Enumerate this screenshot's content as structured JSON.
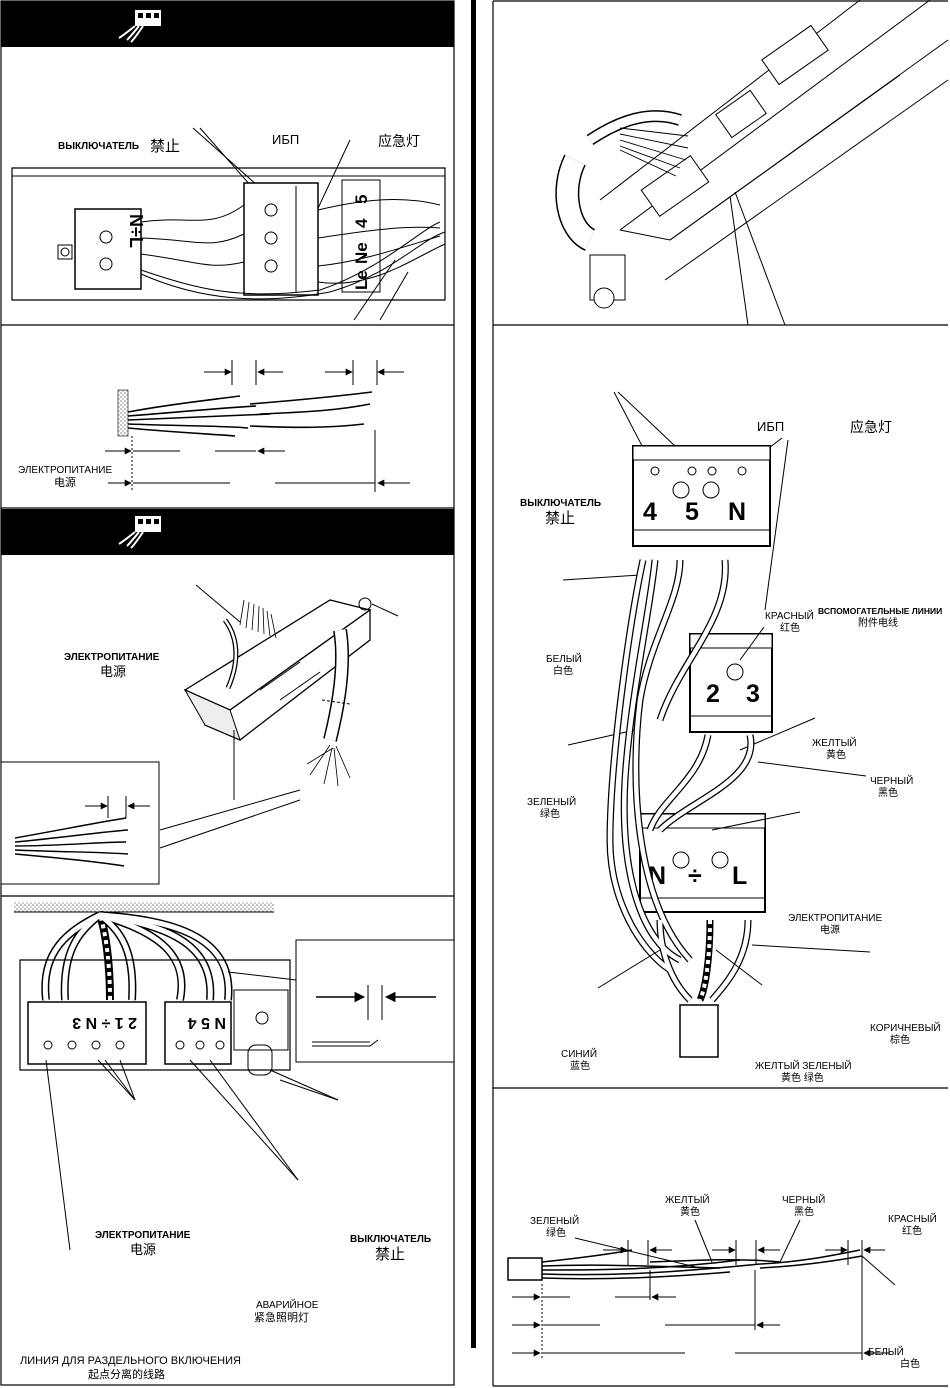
{
  "left": {
    "p1": {
      "switch_label": "ВЫКЛЮЧАТЕЛЬ",
      "switch_cn": "禁止",
      "ups_label": "ИБП",
      "emergency_cn": "应急灯",
      "term_a": "4",
      "term_b": "5",
      "term_le": "Le",
      "term_ne": "Ne",
      "nl_label": "N÷L"
    },
    "p2": {
      "power_label": "ЭЛЕКТРОПИТАНИЕ",
      "power_cn": "电源"
    },
    "p3": {
      "power_label": "ЭЛЕКТРОПИТАНИЕ",
      "power_cn": "电源"
    },
    "p4": {
      "term_left": "2 1 ÷ N 3",
      "term_right": "N 5 4",
      "power_label": "ЭЛЕКТРОПИТАНИЕ",
      "power_cn": "电源",
      "switch_label": "ВЫКЛЮЧАТЕЛЬ",
      "switch_cn": "禁止",
      "emergency_label": "АВАРИЙНОЕ",
      "emergency_cn": "紧急照明灯",
      "split_label": "ЛИНИЯ ДЛЯ РАЗДЕЛЬНОГО ВКЛЮЧЕНИЯ",
      "split_cn": "起点分离的线路"
    }
  },
  "right": {
    "p2": {
      "ups_label": "ИБП",
      "emergency_cn": "应急灯",
      "switch_label": "ВЫКЛЮЧАТЕЛЬ",
      "switch_cn": "禁止",
      "t4": "4",
      "t5": "5",
      "tN": "N",
      "t2": "2",
      "t3": "3",
      "tN2": "N",
      "tL": "L",
      "red": "КРАСНЫЙ",
      "red_cn": "红色",
      "aux": "ВСПОМОГАТЕЛЬНЫЕ ЛИНИИ",
      "aux_cn": "附件电线",
      "white": "БЕЛЫЙ",
      "white_cn": "白色",
      "yellow": "ЖЕЛТЫЙ",
      "yellow_cn": "黄色",
      "black": "ЧЕРНЫЙ",
      "black_cn": "黑色",
      "green": "ЗЕЛЕНЫЙ",
      "green_cn": "绿色",
      "power": "ЭЛЕКТРОПИТАНИЕ",
      "power_cn": "电源",
      "brown": "КОРИЧНЕВЫЙ",
      "brown_cn": "棕色",
      "blue": "СИНИЙ",
      "blue_cn": "蓝色",
      "yg": "ЖЕЛТЫЙ  ЗЕЛЕНЫЙ",
      "yg_cn": "黄色 绿色"
    },
    "p3": {
      "green": "ЗЕЛЕНЫЙ",
      "green_cn": "绿色",
      "yellow": "ЖЕЛТЫЙ",
      "yellow_cn": "黄色",
      "black": "ЧЕРНЫЙ",
      "black_cn": "黑色",
      "red": "КРАСНЫЙ",
      "red_cn": "红色",
      "white": "БЕЛЫЙ",
      "white_cn": "白色"
    }
  }
}
